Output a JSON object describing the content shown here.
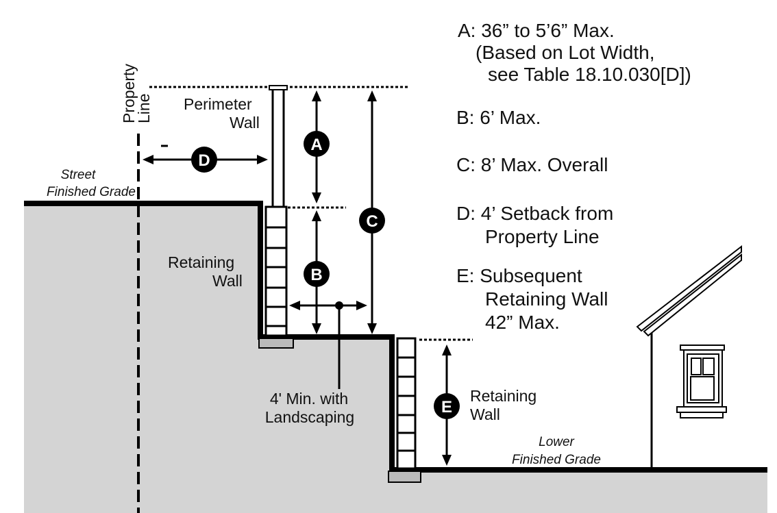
{
  "labels": {
    "property_line": [
      "Property",
      "Line"
    ],
    "perimeter_wall": [
      "Perimeter",
      "Wall"
    ],
    "street_grade": [
      "Street",
      "Finished Grade"
    ],
    "retaining_wall_upper": [
      "Retaining",
      "Wall"
    ],
    "landscaping": [
      "4' Min. with",
      "Landscaping"
    ],
    "retaining_wall_lower": [
      "Retaining",
      "Wall"
    ],
    "lower_grade": [
      "Lower",
      "Finished Grade"
    ]
  },
  "markers": {
    "a": "A",
    "b": "B",
    "c": "C",
    "d": "D",
    "e": "E"
  },
  "legend": {
    "a": [
      "A: 36” to 5’6” Max.",
      "(Based on Lot Width,",
      "see Table 18.10.030[D])"
    ],
    "b": [
      "B:  6’ Max."
    ],
    "c": [
      "C: 8’ Max. Overall"
    ],
    "d": [
      "D: 4’ Setback from",
      "Property Line"
    ],
    "e": [
      "E: Subsequent",
      "Retaining Wall",
      "42” Max."
    ]
  }
}
